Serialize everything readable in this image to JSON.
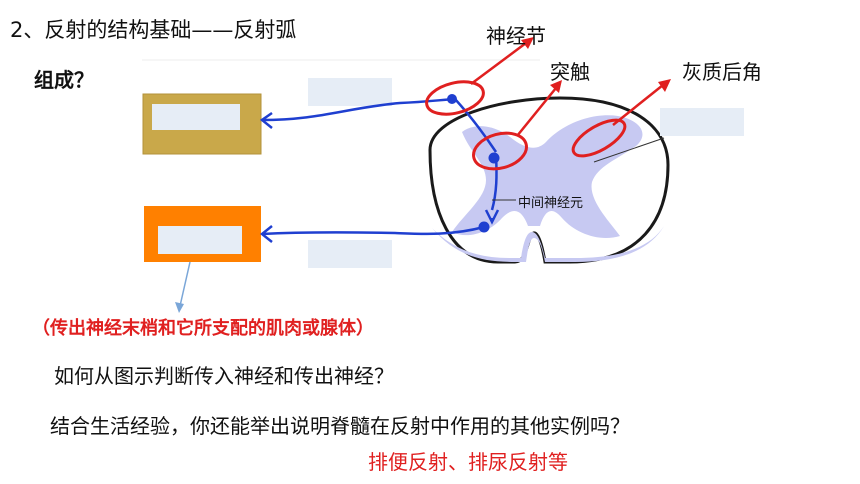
{
  "title": "2、反射的结构基础——反射弧",
  "composition_label": "组成？",
  "labels": {
    "ganglion": "神经节",
    "synapse": "突触",
    "dorsal_horn": "灰质后角",
    "interneuron": "中间神经元"
  },
  "effector_note": "（传出神经末梢和它所支配的肌肉或腺体）",
  "question1": "如何从图示判断传入神经和传出神经？",
  "question2": "结合生活经验，你还能举出说明脊髓在反射中作用的其他实例吗？",
  "answer": "排便反射、排尿反射等",
  "colors": {
    "receptor_box": "#c9a84a",
    "effector_box": "#ff8000",
    "grey_matter": "#c7c9f2",
    "nerve": "#1f3fd0",
    "highlight": "#e02020",
    "blank_box": "#e6edf6"
  }
}
